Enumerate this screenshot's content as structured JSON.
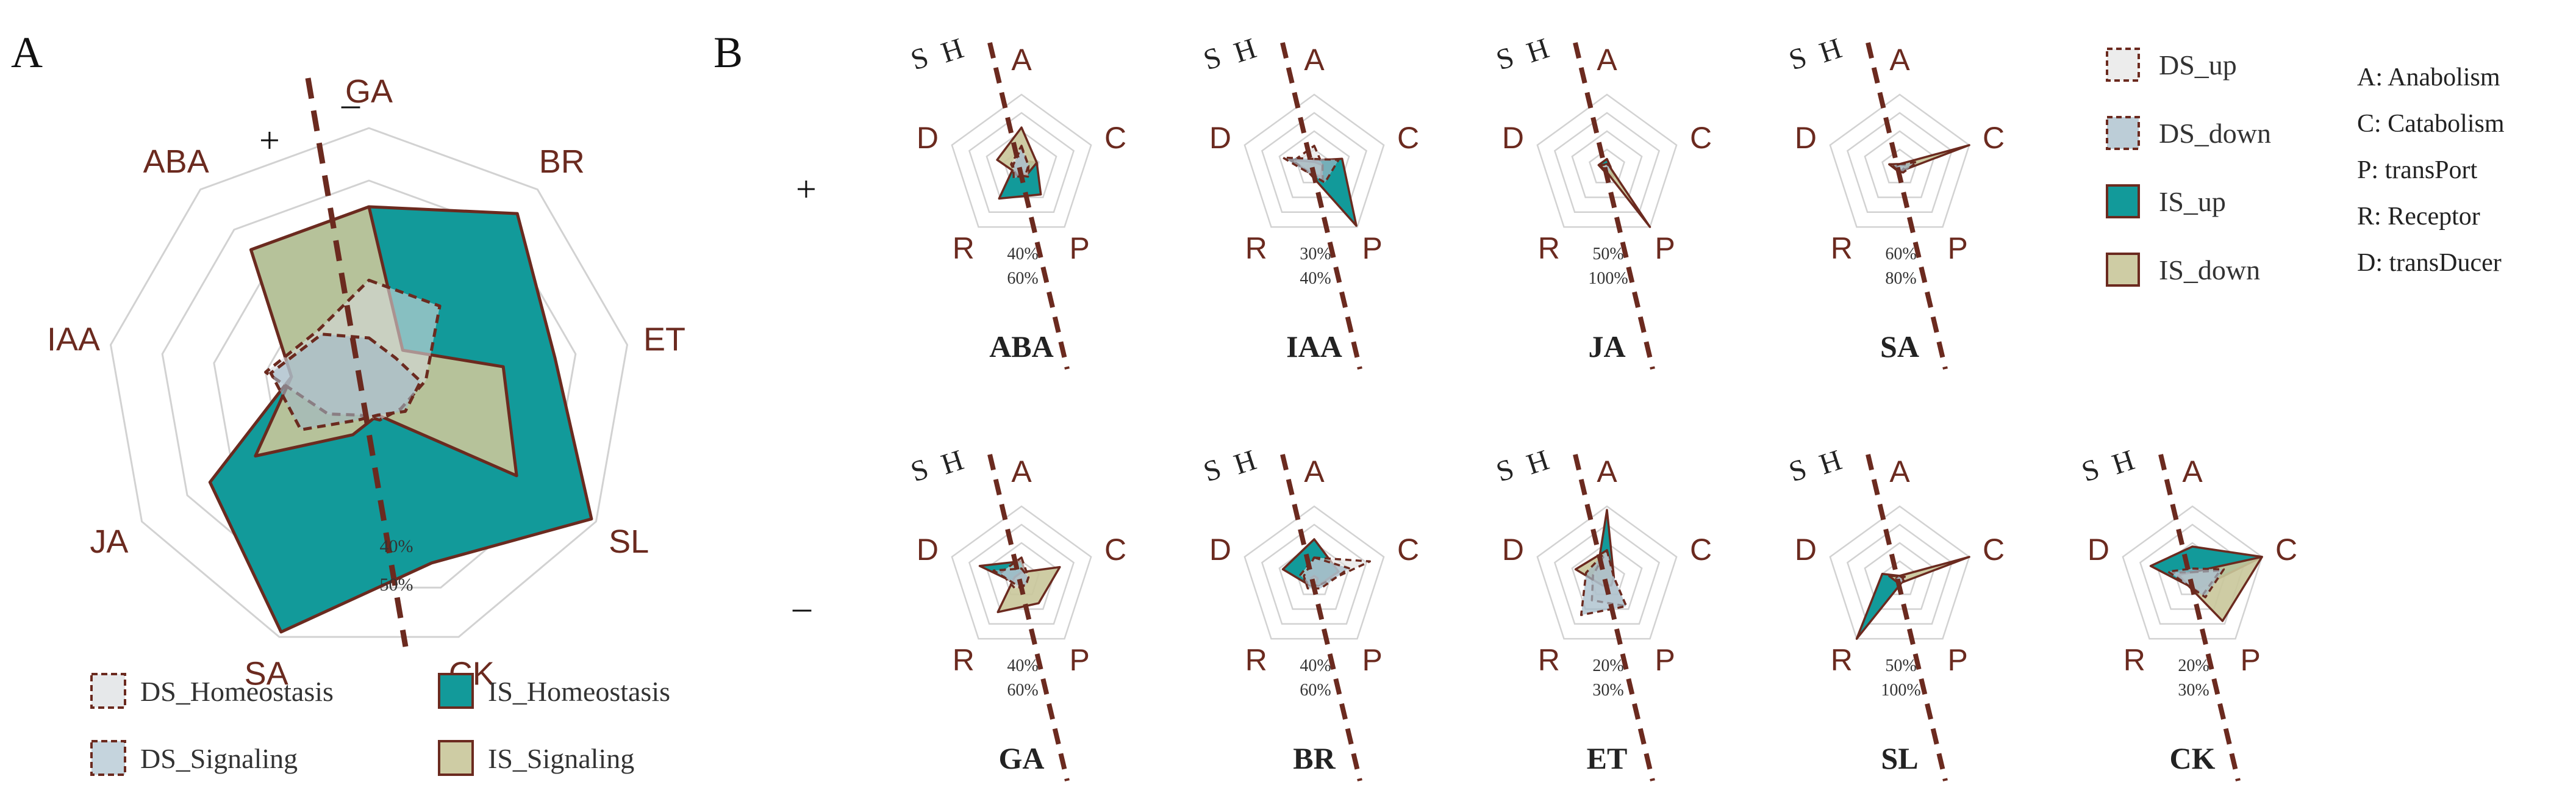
{
  "panel_labels": [
    "A",
    "B"
  ],
  "colors": {
    "ds_fill": "#d6d9dc",
    "ds_up_fill": "#e2e2e2",
    "ds_down_fill": "#9fb8c6",
    "is_homeo_fill": "#129a9a",
    "is_sig_fill": "#c9c69a",
    "outline": "#6b2a1f",
    "grid": "#d2d2d2",
    "axis_label": "#6b2a1f"
  },
  "chart_data": [
    {
      "type": "radar",
      "panel": "A",
      "axes": [
        "GA",
        "BR",
        "ET",
        "SL",
        "CK",
        "SA",
        "JA",
        "IAA",
        "ABA"
      ],
      "sign_labels": [
        "+",
        "–"
      ],
      "ring_labels": [
        "40%",
        "50%"
      ],
      "series": [
        {
          "name": "DS_Homeostasis",
          "values": [
            0.42,
            0.42,
            0.22,
            0.14,
            0.12,
            0.1,
            0.18,
            0.4,
            0.3
          ]
        },
        {
          "name": "DS_Signaling",
          "values": [
            0.2,
            0.16,
            0.2,
            0.16,
            0.1,
            0.12,
            0.3,
            0.38,
            0.28
          ]
        },
        {
          "name": "IS_Homeostasis",
          "values": [
            0.7,
            0.88,
            0.72,
            0.98,
            0.7,
            0.98,
            0.7,
            0.3,
            0.7
          ]
        },
        {
          "name": "IS_Signaling",
          "values": [
            0.7,
            0.2,
            0.52,
            0.65,
            0.1,
            0.18,
            0.5,
            0.3,
            0.7
          ]
        }
      ],
      "legend": [
        "DS_Homeostasis",
        "IS_Homeostasis",
        "DS_Signaling",
        "IS_Signaling"
      ]
    },
    {
      "type": "radar",
      "panel": "B",
      "axes": [
        "A",
        "C",
        "P",
        "R",
        "D"
      ],
      "corner_labels": [
        "S",
        "H"
      ],
      "row_signs": [
        "+",
        "–"
      ],
      "legend": [
        "DS_up",
        "DS_down",
        "IS_up",
        "IS_down"
      ],
      "key": [
        "A: Anabolism",
        "C: Catabolism",
        "P: transPort",
        "R: Receptor",
        "D: transDucer"
      ],
      "subcharts": [
        {
          "name": "ABA",
          "ring_labels": [
            "40%",
            "60%"
          ],
          "series": [
            {
              "name": "DS_up",
              "values": [
                0.3,
                0.1,
                0.15,
                0.12,
                0.15
              ]
            },
            {
              "name": "DS_down",
              "values": [
                0.28,
                0.1,
                0.1,
                0.18,
                0.12
              ]
            },
            {
              "name": "IS_up",
              "values": [
                0.1,
                0.22,
                0.45,
                0.52,
                0.1
              ]
            },
            {
              "name": "IS_down",
              "values": [
                0.55,
                0.22,
                0.12,
                0.1,
                0.35
              ]
            }
          ]
        },
        {
          "name": "IAA",
          "ring_labels": [
            "30%",
            "40%"
          ],
          "series": [
            {
              "name": "DS_up",
              "values": [
                0.3,
                0.12,
                0.2,
                0.1,
                0.3
              ]
            },
            {
              "name": "DS_down",
              "values": [
                0.12,
                0.35,
                0.25,
                0.1,
                0.45
              ]
            },
            {
              "name": "IS_up",
              "values": [
                0.1,
                0.4,
                0.98,
                0.1,
                0.1
              ]
            },
            {
              "name": "IS_down",
              "values": [
                0.08,
                0.12,
                0.15,
                0.08,
                0.35
              ]
            }
          ]
        },
        {
          "name": "JA",
          "ring_labels": [
            "50%",
            "100%"
          ],
          "series": [
            {
              "name": "DS_up",
              "values": [
                0.05,
                0.05,
                0.05,
                0.05,
                0.05
              ]
            },
            {
              "name": "DS_down",
              "values": [
                0.05,
                0.05,
                0.05,
                0.05,
                0.05
              ]
            },
            {
              "name": "IS_up",
              "values": [
                0.12,
                0.05,
                0.15,
                0.06,
                0.12
              ]
            },
            {
              "name": "IS_down",
              "values": [
                0.05,
                0.04,
                1.0,
                0.04,
                0.1
              ]
            }
          ]
        },
        {
          "name": "SA",
          "ring_labels": [
            "60%",
            "80%"
          ],
          "series": [
            {
              "name": "DS_up",
              "values": [
                0.05,
                0.1,
                0.05,
                0.05,
                0.05
              ]
            },
            {
              "name": "DS_down",
              "values": [
                0.05,
                0.25,
                0.08,
                0.05,
                0.1
              ]
            },
            {
              "name": "IS_up",
              "values": [
                0.05,
                0.15,
                0.05,
                0.05,
                0.15
              ]
            },
            {
              "name": "IS_down",
              "values": [
                0.05,
                1.0,
                0.05,
                0.05,
                0.15
              ]
            }
          ]
        },
        {
          "name": "GA",
          "ring_labels": [
            "40%",
            "60%"
          ],
          "series": [
            {
              "name": "DS_up",
              "values": [
                0.3,
                0.1,
                0.1,
                0.15,
                0.3
              ]
            },
            {
              "name": "DS_down",
              "values": [
                0.15,
                0.1,
                0.1,
                0.1,
                0.4
              ]
            },
            {
              "name": "IS_up",
              "values": [
                0.25,
                0.08,
                0.08,
                0.08,
                0.6
              ]
            },
            {
              "name": "IS_down",
              "values": [
                0.1,
                0.55,
                0.4,
                0.55,
                0.1
              ]
            }
          ]
        },
        {
          "name": "BR",
          "ring_labels": [
            "40%",
            "60%"
          ],
          "series": [
            {
              "name": "DS_up",
              "values": [
                0.3,
                0.8,
                0.1,
                0.1,
                0.2
              ]
            },
            {
              "name": "DS_down",
              "values": [
                0.3,
                0.5,
                0.15,
                0.15,
                0.15
              ]
            },
            {
              "name": "IS_up",
              "values": [
                0.55,
                0.35,
                0.1,
                0.1,
                0.45
              ]
            },
            {
              "name": "IS_down",
              "values": [
                0.05,
                0.05,
                0.05,
                0.05,
                0.05
              ]
            }
          ]
        },
        {
          "name": "ET",
          "ring_labels": [
            "20%",
            "30%"
          ],
          "series": [
            {
              "name": "DS_up",
              "values": [
                0.4,
                0.1,
                0.45,
                0.35,
                0.2
              ]
            },
            {
              "name": "DS_down",
              "values": [
                0.4,
                0.1,
                0.45,
                0.6,
                0.3
              ]
            },
            {
              "name": "IS_up",
              "values": [
                0.95,
                0.1,
                0.1,
                0.1,
                0.15
              ]
            },
            {
              "name": "IS_down",
              "values": [
                0.4,
                0.1,
                0.1,
                0.1,
                0.45
              ]
            }
          ]
        },
        {
          "name": "SL",
          "ring_labels": [
            "50%",
            "100%"
          ],
          "series": [
            {
              "name": "DS_up",
              "values": [
                0.05,
                0.1,
                0.05,
                0.05,
                0.05
              ]
            },
            {
              "name": "DS_down",
              "values": [
                0.05,
                0.05,
                0.05,
                0.05,
                0.05
              ]
            },
            {
              "name": "IS_up",
              "values": [
                0.05,
                0.05,
                0.05,
                1.0,
                0.25
              ]
            },
            {
              "name": "IS_down",
              "values": [
                0.05,
                1.0,
                0.05,
                0.05,
                0.15
              ]
            }
          ]
        },
        {
          "name": "CK",
          "ring_labels": [
            "20%",
            "30%"
          ],
          "series": [
            {
              "name": "DS_up",
              "values": [
                0.1,
                0.4,
                0.25,
                0.1,
                0.3
              ]
            },
            {
              "name": "DS_down",
              "values": [
                0.15,
                0.45,
                0.3,
                0.1,
                0.35
              ]
            },
            {
              "name": "IS_up",
              "values": [
                0.45,
                1.0,
                0.15,
                0.1,
                0.6
              ]
            },
            {
              "name": "IS_down",
              "values": [
                0.1,
                1.0,
                0.7,
                0.1,
                0.2
              ]
            }
          ]
        }
      ]
    }
  ]
}
